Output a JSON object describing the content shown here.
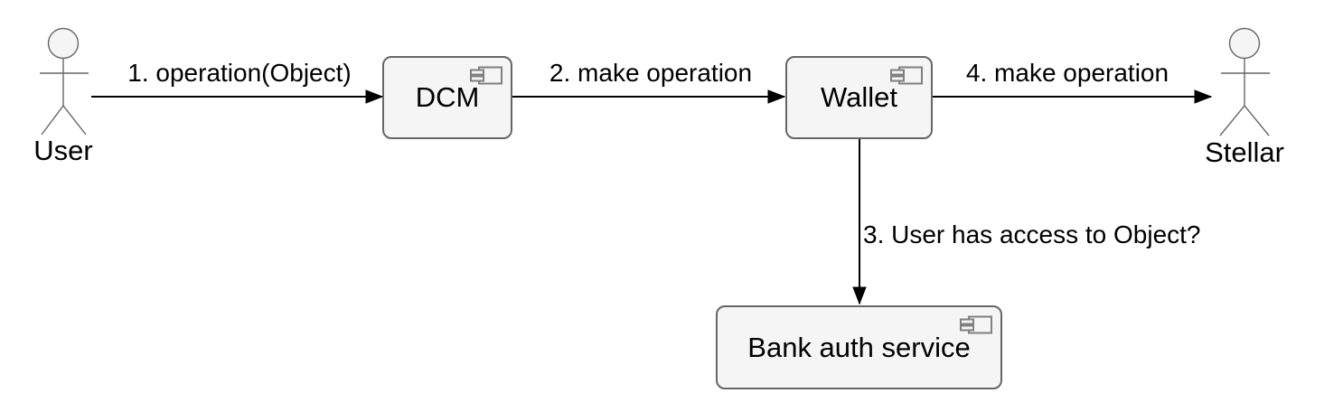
{
  "diagram": {
    "type": "uml-component-diagram",
    "background": "#ffffff",
    "colors": {
      "node_fill": "#f5f5f5",
      "node_border": "#666666",
      "actor_stroke": "#666666",
      "actor_head_fill": "#f5f5f5",
      "arrow": "#000000",
      "text": "#000000",
      "component_icon_stroke": "#808080"
    },
    "actors": [
      {
        "name": "User",
        "position": "left"
      },
      {
        "name": "Stellar",
        "position": "right"
      }
    ],
    "components": [
      {
        "name": "DCM"
      },
      {
        "name": "Wallet"
      },
      {
        "name": "Bank auth service"
      }
    ],
    "edges": [
      {
        "label": "1. operation(Object)",
        "from": "User",
        "to": "DCM",
        "direction": "right"
      },
      {
        "label": "2. make operation",
        "from": "DCM",
        "to": "Wallet",
        "direction": "right"
      },
      {
        "label": "3. User has access to Object?",
        "from": "Wallet",
        "to": "Bank auth service",
        "direction": "down"
      },
      {
        "label": "4. make operation",
        "from": "Wallet",
        "to": "Stellar",
        "direction": "right"
      }
    ]
  }
}
